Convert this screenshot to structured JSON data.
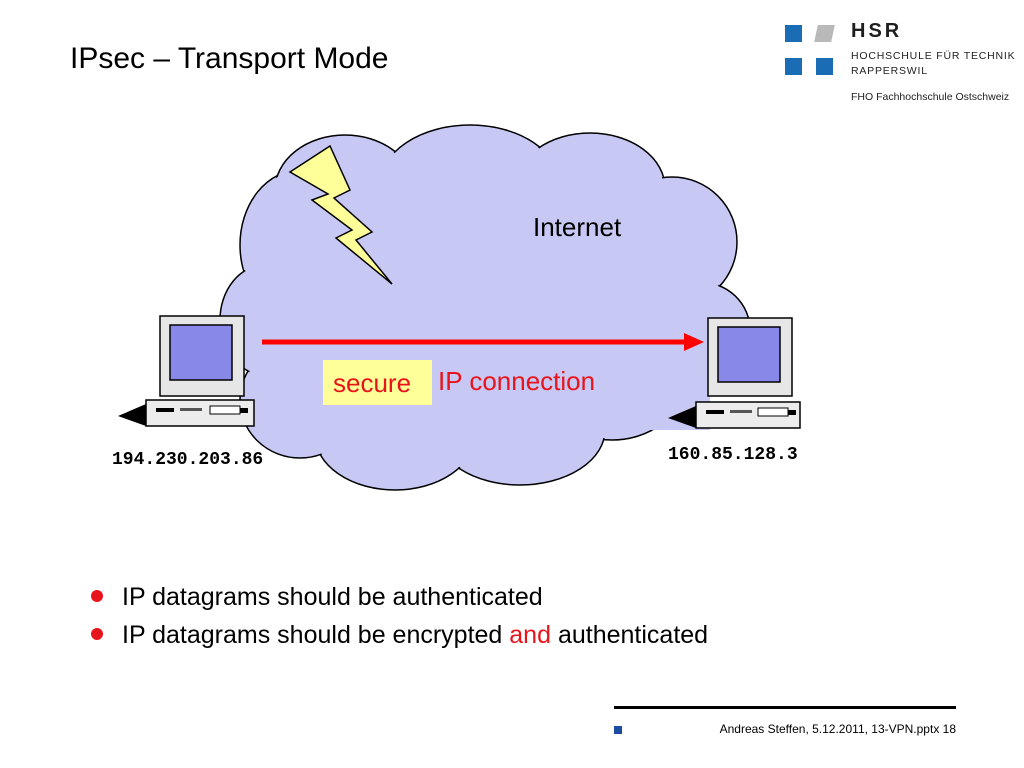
{
  "slide": {
    "title": "IPsec – Transport Mode"
  },
  "logo": {
    "name": "HSR",
    "line1": "HOCHSCHULE FÜR TECHNIK",
    "line2": "RAPPERSWIL",
    "line3": "FHO Fachhochschule Ostschweiz",
    "colors": {
      "blue": "#1a6cb4",
      "gray": "#b9b9b9"
    }
  },
  "diagram": {
    "cloud_label": "Internet",
    "cloud_color": "#c8c8f4",
    "left_host_ip": "194.230.203.86",
    "right_host_ip": "160.85.128.3",
    "connection_prefix": "secure",
    "connection_text": "IP connection",
    "arrow_color": "#ff0000",
    "highlight_color": "#ffff99",
    "lightning_color": "#ffff99",
    "icons": [
      "computer-icon",
      "lightning-bolt-icon",
      "cloud-icon"
    ]
  },
  "bullets": [
    {
      "text": "IP datagrams should be authenticated"
    },
    {
      "before": "IP datagrams should be encrypted ",
      "accent": "and",
      "after": " authenticated"
    }
  ],
  "footer": {
    "text": "Andreas Steffen, 5.12.2011, 13-VPN.pptx 18"
  }
}
